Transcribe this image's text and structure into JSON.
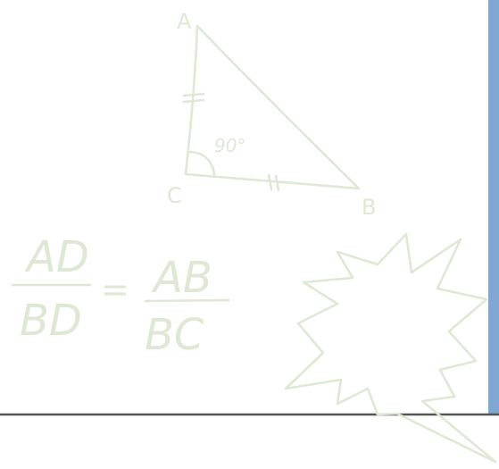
{
  "triangle": {
    "vertex_a": "A",
    "vertex_b": "B",
    "vertex_c": "C",
    "angle_label": "90°"
  },
  "equation": {
    "left_numerator": "AD",
    "left_denominator": "BD",
    "relation": "=",
    "right_numerator": "AB",
    "right_denominator": "BC"
  },
  "colors": {
    "background": "#ffffff",
    "sketch": "#dfe8d4",
    "right_bar": "#7fa7d3",
    "bottom_line": "#555555"
  }
}
